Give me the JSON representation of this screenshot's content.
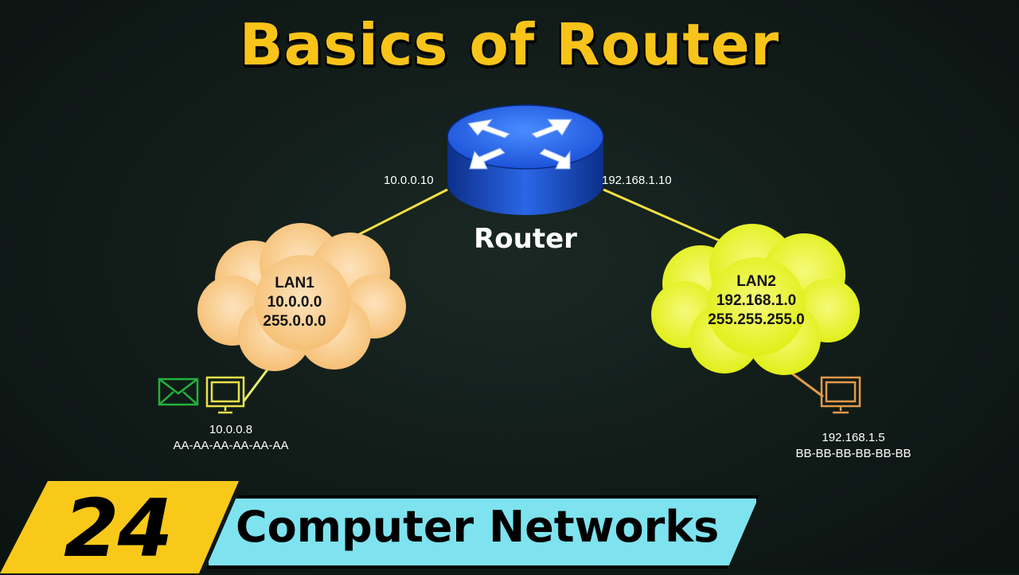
{
  "title": "Basics of Router",
  "router": {
    "label": "Router",
    "left_ip": "10.0.0.10",
    "right_ip": "192.168.1.10"
  },
  "lan1": {
    "name": "LAN1",
    "network": "10.0.0.0",
    "mask": "255.0.0.0",
    "color": "#f9c98a"
  },
  "lan2": {
    "name": "LAN2",
    "network": "192.168.1.0",
    "mask": "255.255.255.0",
    "color": "#e8f41c"
  },
  "host1": {
    "ip": "10.0.0.8",
    "mac": "AA-AA-AA-AA-AA-AA",
    "icon": "computer-icon"
  },
  "host2": {
    "ip": "192.168.1.5",
    "mac": "BB-BB-BB-BB-BB-BB",
    "icon": "computer-icon"
  },
  "message_icon": "envelope-icon",
  "episode_number": "24",
  "series_name": "Computer Networks",
  "colors": {
    "title": "#f8c41a",
    "link": "#f0e040",
    "router": "#2a66e6",
    "number_bg": "#f9c91a",
    "series_bg": "#7ee3ef"
  }
}
